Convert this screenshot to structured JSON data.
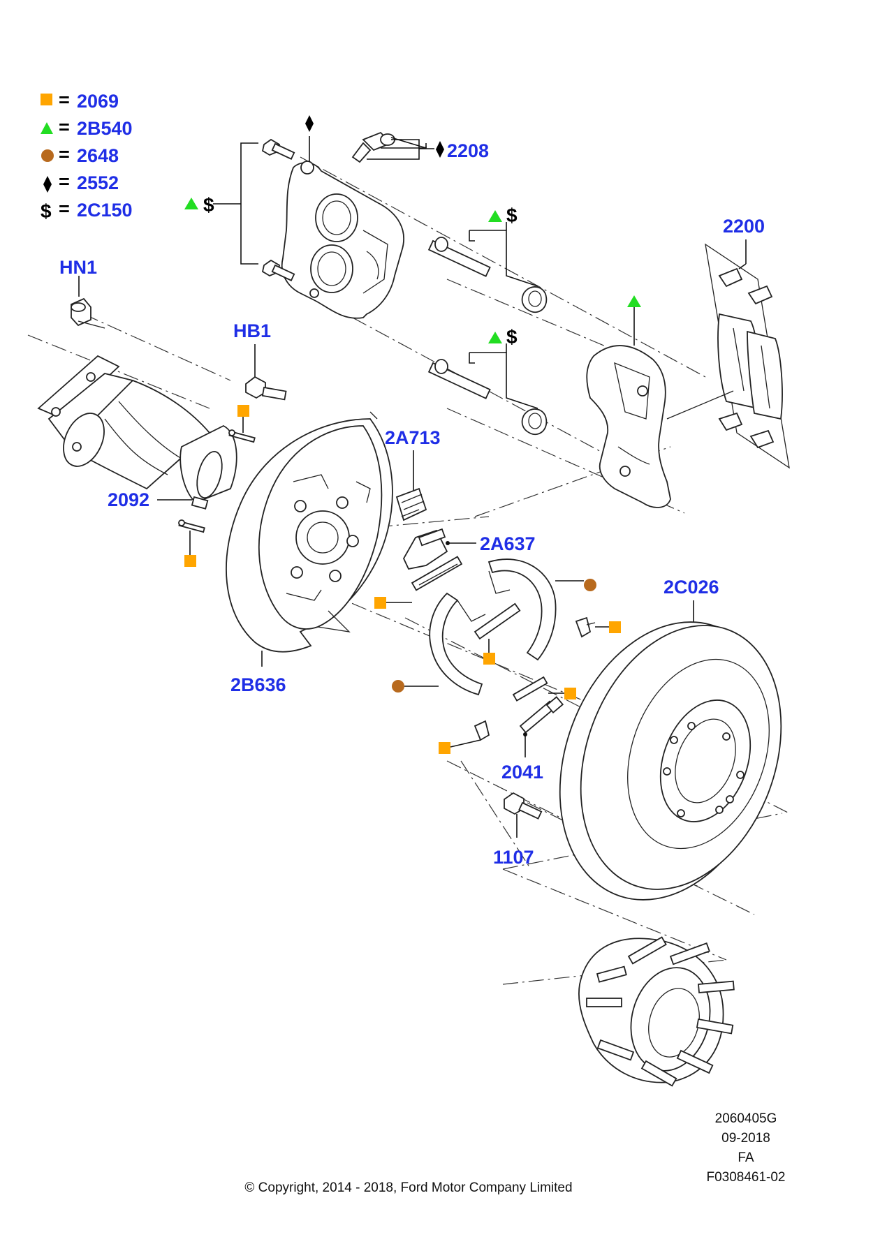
{
  "legend": [
    {
      "symbol": "orange-square",
      "value": "2069"
    },
    {
      "symbol": "green-triangle",
      "value": "2B540"
    },
    {
      "symbol": "brown-circle",
      "value": "2648"
    },
    {
      "symbol": "black-diamond",
      "value": "2552"
    },
    {
      "symbol": "dollar-sign",
      "value": "2C150"
    }
  ],
  "symbols": {
    "dollar": "$",
    "equals": "="
  },
  "colors": {
    "label": "#1f2ee6",
    "orange": "#ffa500",
    "green": "#22dd22",
    "brown": "#b86a1e",
    "black": "#000000"
  },
  "part_labels": {
    "p2208": "2208",
    "p2200": "2200",
    "hn1": "HN1",
    "hb1": "HB1",
    "p2a713": "2A713",
    "p2092": "2092",
    "p2a637": "2A637",
    "p2c026": "2C026",
    "p2b636": "2B636",
    "p2041": "2041",
    "p1107": "1107"
  },
  "footer": {
    "drawing_number": "2060405G",
    "date": "09-2018",
    "code": "FA",
    "ref": "F0308461-02",
    "copyright": "© Copyright, 2014 - 2018, Ford Motor Company Limited"
  }
}
